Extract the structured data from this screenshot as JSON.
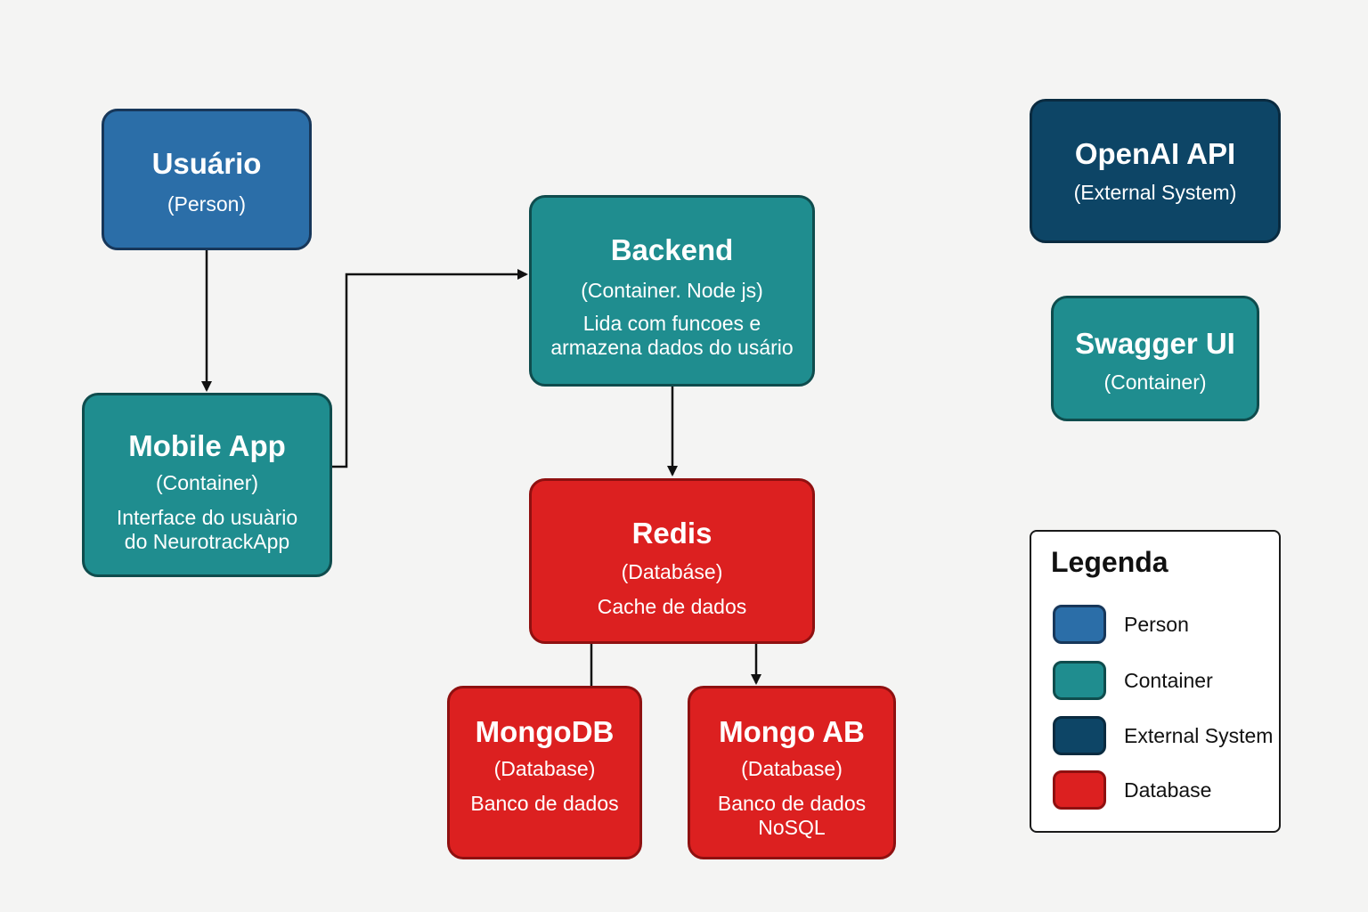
{
  "colors": {
    "person": "#2b6ea8",
    "container": "#1f8d8f",
    "external_system": "#0d4566",
    "database": "#dc2020"
  },
  "nodes": {
    "usuario": {
      "title": "Usuário",
      "kind": "(Person)"
    },
    "mobile_app": {
      "title": "Mobile App",
      "kind": "(Container)",
      "desc_line1": "Interface do usuàrio",
      "desc_line2": "do NeurotrackApp"
    },
    "backend": {
      "title": "Backend",
      "kind": "(Container. Node js)",
      "desc_line1": "Lida com funcoes e",
      "desc_line2": "armazena dados do usário"
    },
    "redis": {
      "title": "Redis",
      "kind": "(Databáse)",
      "desc_line1": "Cache de dados"
    },
    "mongodb": {
      "title": "MongoDB",
      "kind": "(Database)",
      "desc_line1": "Banco de dados"
    },
    "mongo_ab": {
      "title": "Mongo AB",
      "kind": "(Database)",
      "desc_line1": "Banco de dados",
      "desc_line2": "NoSQL"
    },
    "openai": {
      "title": "OpenAI API",
      "kind": "(External System)"
    },
    "swagger": {
      "title": "Swagger UI",
      "kind": "(Container)"
    }
  },
  "legend": {
    "title": "Legenda",
    "items": [
      {
        "label": "Person",
        "color": "#2b6ea8"
      },
      {
        "label": "Container",
        "color": "#1f8d8f"
      },
      {
        "label": "External System",
        "color": "#0d4566"
      },
      {
        "label": "Database",
        "color": "#dc2020"
      }
    ]
  }
}
